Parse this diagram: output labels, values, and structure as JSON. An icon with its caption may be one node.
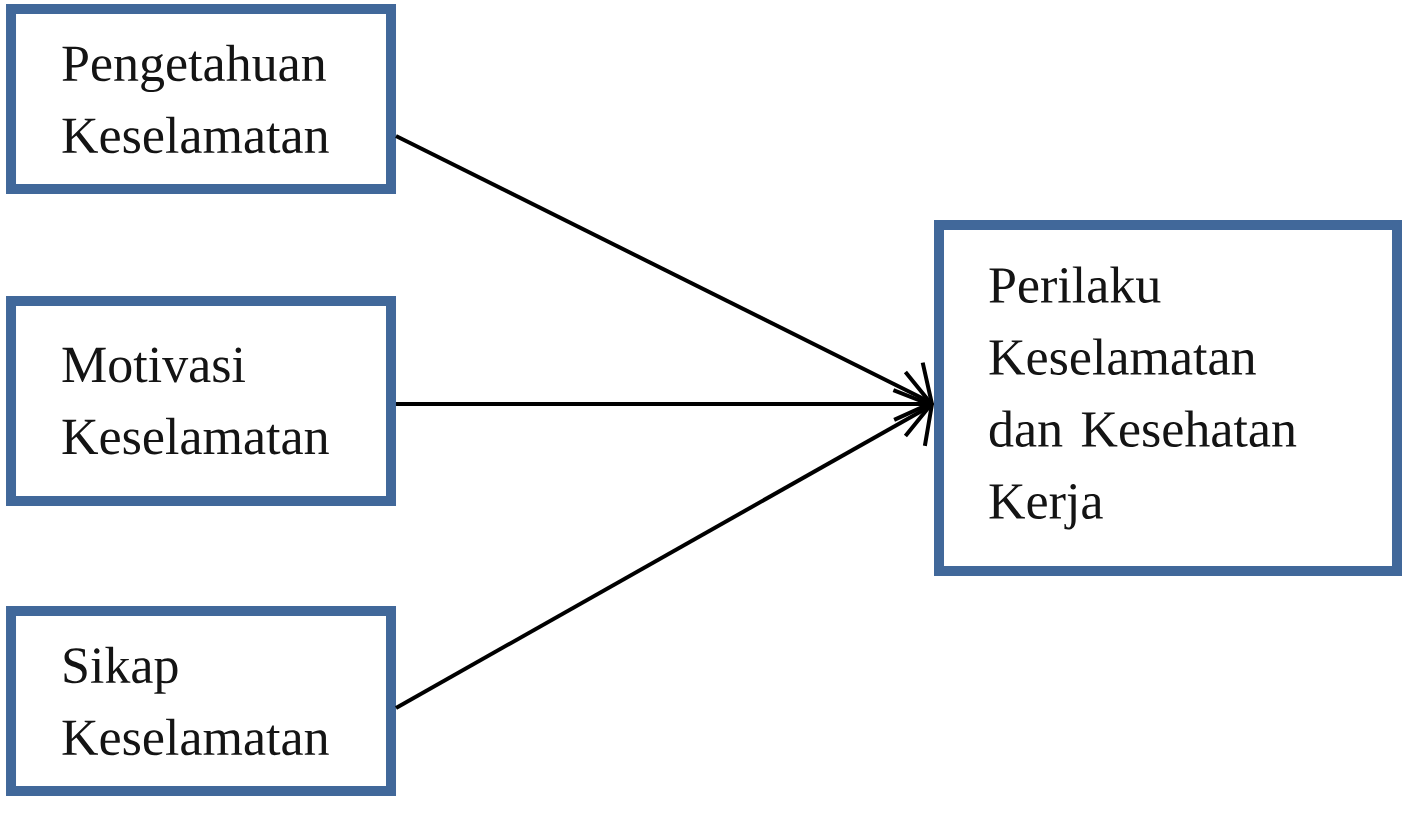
{
  "diagram": {
    "nodes": [
      {
        "text": [
          "Pengetahuan Keselamatan"
        ]
      },
      {
        "text": [
          "Motivasi Keselamatan"
        ]
      },
      {
        "text": [
          "Sikap Keselamatan"
        ]
      },
      {
        "text": [
          "Perilaku Keselamatan dan Kesehatan Kerja"
        ]
      }
    ],
    "edges": [
      {
        "from": 0,
        "to": 3,
        "arrow": "to"
      },
      {
        "from": 1,
        "to": 3,
        "arrow": "to"
      },
      {
        "from": 2,
        "to": 3,
        "arrow": "to"
      }
    ]
  }
}
